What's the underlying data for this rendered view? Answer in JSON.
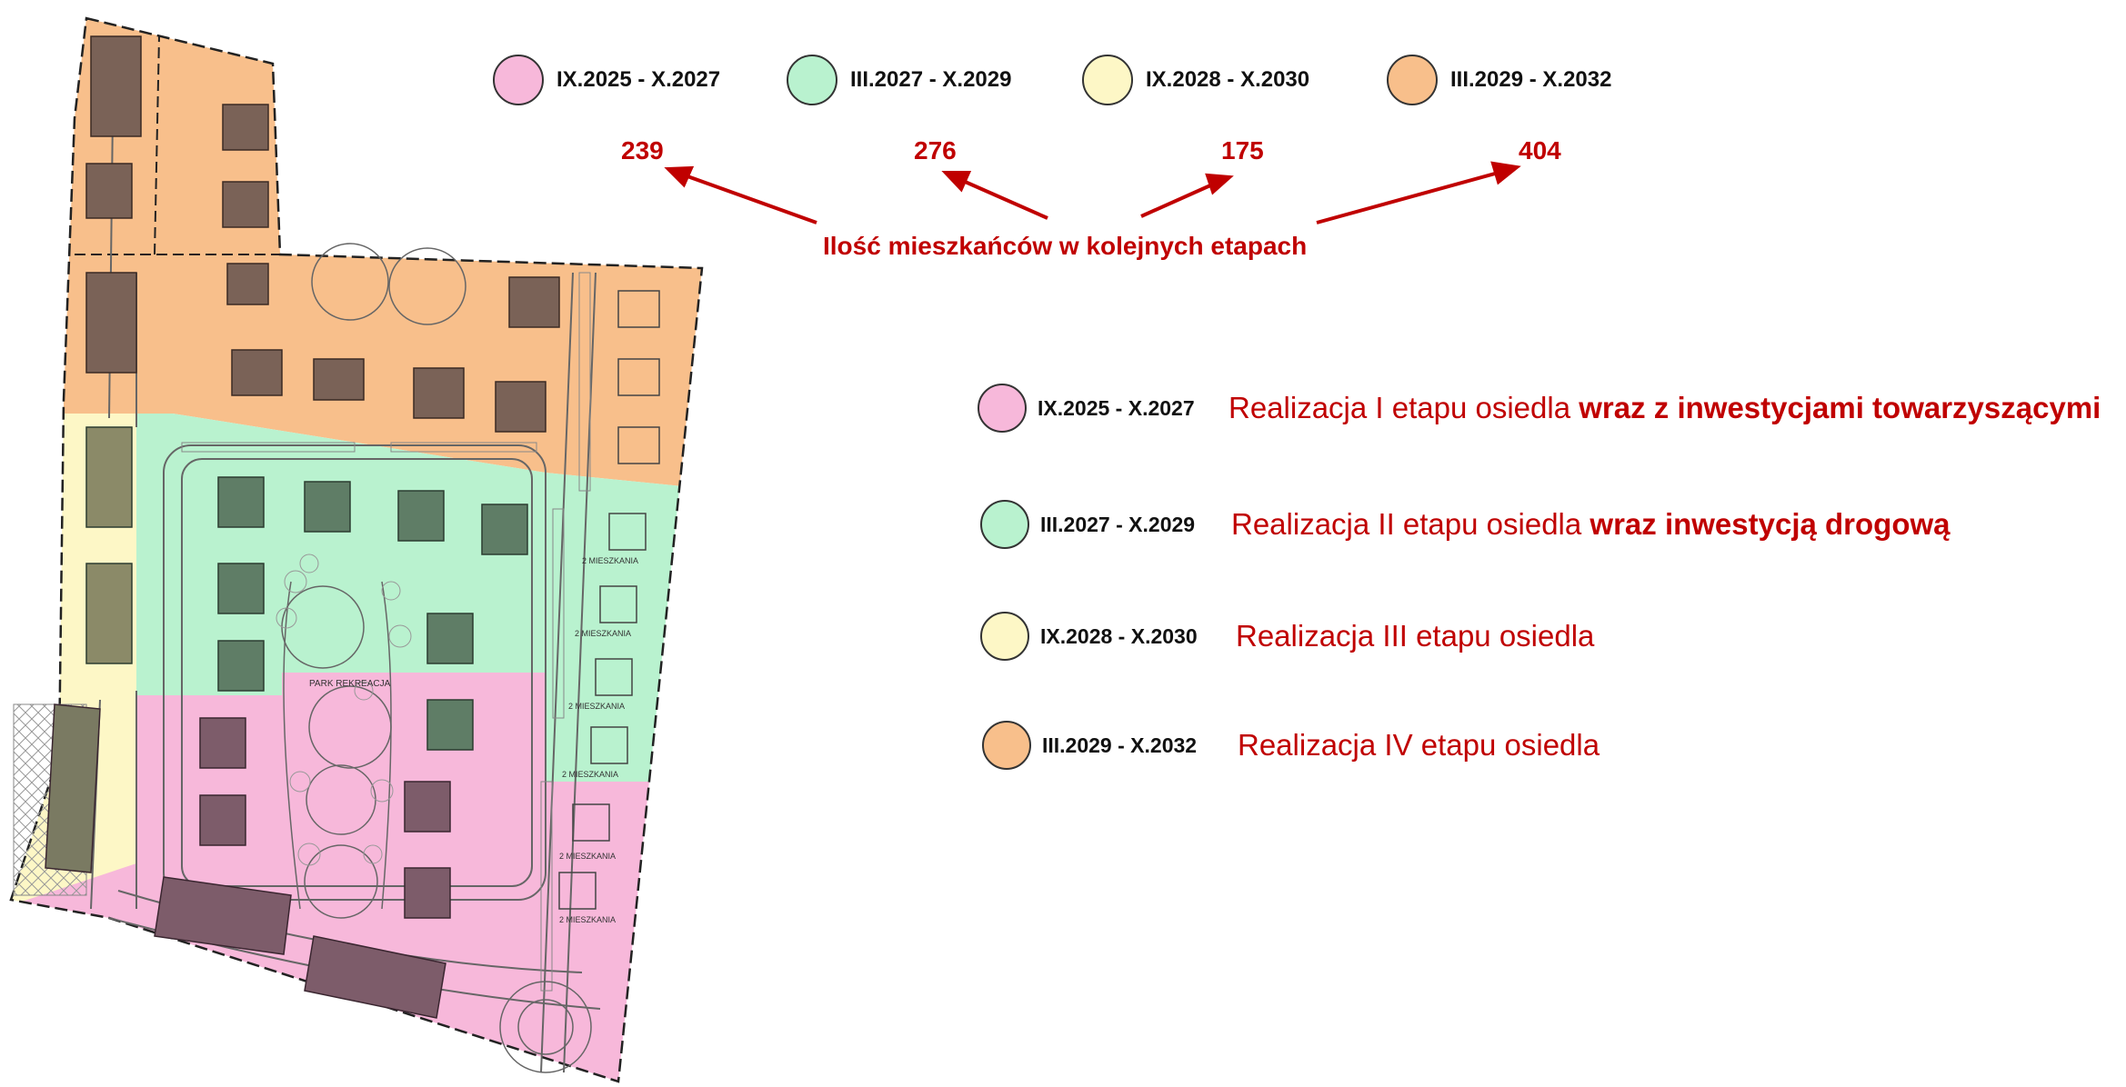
{
  "colors": {
    "stage1": "#f7b8da",
    "stage2": "#b9f2cf",
    "stage3": "#fdf7c6",
    "stage4": "#f8bf8b",
    "accent": "#c00000"
  },
  "top_legend": [
    {
      "label": "IX.2025 - X.2027",
      "color": "#f7b8da"
    },
    {
      "label": "III.2027 - X.2029",
      "color": "#b9f2cf"
    },
    {
      "label": "IX.2028 - X.2030",
      "color": "#fdf7c6"
    },
    {
      "label": "III.2029 - X.2032",
      "color": "#f8bf8b"
    }
  ],
  "counts": [
    "239",
    "276",
    "175",
    "404"
  ],
  "caption": "Ilość mieszkańców w kolejnych etapach",
  "legend": [
    {
      "date": "IX.2025 - X.2027",
      "text": "Realizacja I etapu osiedla ",
      "bold": "wraz z inwestycjami towarzyszącymi",
      "color": "#f7b8da"
    },
    {
      "date": "III.2027 - X.2029",
      "text": "Realizacja II etapu osiedla ",
      "bold": "wraz inwestycją drogową",
      "color": "#b9f2cf"
    },
    {
      "date": "IX.2028 - X.2030",
      "text": "Realizacja III etapu osiedla",
      "bold": "",
      "color": "#fdf7c6"
    },
    {
      "date": "III.2029 - X.2032",
      "text": "Realizacja IV etapu osiedla",
      "bold": "",
      "color": "#f8bf8b"
    }
  ],
  "plan_labels": {
    "park": "PARK REKREACJA",
    "mieszkania": "2 MIESZKANIA"
  }
}
